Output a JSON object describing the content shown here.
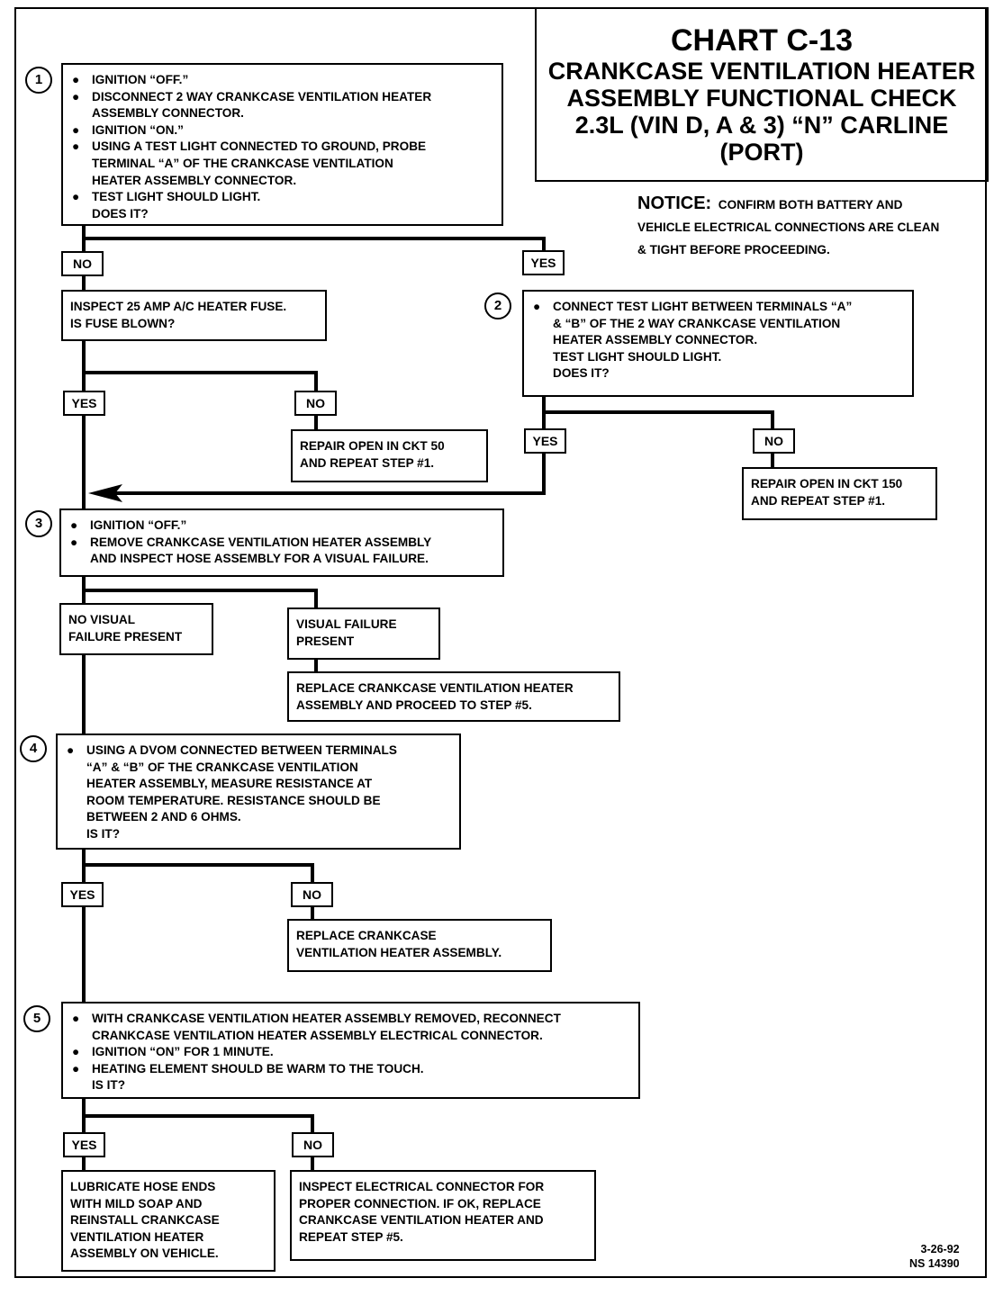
{
  "title": {
    "chart": "CHART C-13",
    "lines": [
      "CRANKCASE VENTILATION HEATER",
      "ASSEMBLY FUNCTIONAL CHECK",
      "2.3L (VIN D, A & 3) “N” CARLINE",
      "(PORT)"
    ]
  },
  "notice": {
    "heading": "NOTICE:",
    "lines": [
      "CONFIRM BOTH BATTERY AND",
      "VEHICLE ELECTRICAL CONNECTIONS ARE CLEAN",
      "& TIGHT BEFORE PROCEEDING."
    ]
  },
  "steps": {
    "s1": {
      "num": "1",
      "lines": [
        {
          "b": true,
          "t": "IGNITION “OFF.”"
        },
        {
          "b": true,
          "t": "DISCONNECT 2 WAY CRANKCASE VENTILATION HEATER"
        },
        {
          "b": false,
          "t": "ASSEMBLY CONNECTOR."
        },
        {
          "b": true,
          "t": "IGNITION “ON.”"
        },
        {
          "b": true,
          "t": "USING A TEST LIGHT CONNECTED TO GROUND, PROBE"
        },
        {
          "b": false,
          "t": "TERMINAL “A” OF THE CRANKCASE VENTILATION"
        },
        {
          "b": false,
          "t": "HEATER ASSEMBLY CONNECTOR."
        },
        {
          "b": true,
          "t": "TEST LIGHT SHOULD LIGHT."
        },
        {
          "b": false,
          "t": "DOES IT?"
        }
      ]
    },
    "s2": {
      "num": "2",
      "lines": [
        {
          "b": true,
          "t": "CONNECT TEST LIGHT BETWEEN TERMINALS “A”"
        },
        {
          "b": false,
          "t": "& “B” OF THE 2 WAY CRANKCASE VENTILATION"
        },
        {
          "b": false,
          "t": "HEATER ASSEMBLY CONNECTOR."
        },
        {
          "b": false,
          "t": "TEST LIGHT SHOULD LIGHT."
        },
        {
          "b": false,
          "t": "DOES IT?"
        }
      ]
    },
    "s3": {
      "num": "3",
      "lines": [
        {
          "b": true,
          "t": "IGNITION “OFF.”"
        },
        {
          "b": true,
          "t": "REMOVE CRANKCASE VENTILATION HEATER ASSEMBLY"
        },
        {
          "b": false,
          "t": "AND INSPECT HOSE ASSEMBLY FOR A VISUAL FAILURE."
        }
      ]
    },
    "s4": {
      "num": "4",
      "lines": [
        {
          "b": true,
          "t": "USING A DVOM CONNECTED BETWEEN TERMINALS"
        },
        {
          "b": false,
          "t": "“A” & “B” OF THE CRANKCASE VENTILATION"
        },
        {
          "b": false,
          "t": "HEATER ASSEMBLY, MEASURE RESISTANCE AT"
        },
        {
          "b": false,
          "t": "ROOM TEMPERATURE.  RESISTANCE SHOULD BE"
        },
        {
          "b": false,
          "t": "BETWEEN 2 AND 6 OHMS."
        },
        {
          "b": false,
          "t": "IS IT?"
        }
      ]
    },
    "s5": {
      "num": "5",
      "lines": [
        {
          "b": true,
          "t": "WITH CRANKCASE VENTILATION HEATER ASSEMBLY REMOVED, RECONNECT"
        },
        {
          "b": false,
          "t": "CRANKCASE VENTILATION HEATER ASSEMBLY ELECTRICAL CONNECTOR."
        },
        {
          "b": true,
          "t": "IGNITION “ON” FOR 1 MINUTE."
        },
        {
          "b": true,
          "t": "HEATING ELEMENT SHOULD BE WARM TO THE TOUCH."
        },
        {
          "b": false,
          "t": "IS IT?"
        }
      ]
    }
  },
  "results": {
    "fuse": [
      "INSPECT 25 AMP A/C HEATER FUSE.",
      "IS FUSE BLOWN?"
    ],
    "ckt50": [
      "REPAIR OPEN IN CKT 50",
      "AND REPEAT STEP #1."
    ],
    "ckt150": [
      "REPAIR OPEN IN CKT 150",
      "AND REPEAT STEP #1."
    ],
    "novisual": [
      "NO VISUAL",
      "FAILURE PRESENT"
    ],
    "visual": [
      "VISUAL FAILURE",
      "PRESENT"
    ],
    "replace5": [
      "REPLACE CRANKCASE VENTILATION HEATER",
      "ASSEMBLY AND PROCEED TO STEP #5."
    ],
    "replace4": [
      "REPLACE CRANKCASE",
      "VENTILATION HEATER ASSEMBLY."
    ],
    "lubricate": [
      "LUBRICATE HOSE ENDS",
      "WITH MILD SOAP AND",
      "REINSTALL CRANKCASE",
      "VENTILATION HEATER",
      "ASSEMBLY ON VEHICLE."
    ],
    "inspect": [
      "INSPECT ELECTRICAL CONNECTOR FOR",
      "PROPER CONNECTION.  IF OK, REPLACE",
      "CRANKCASE VENTILATION HEATER AND",
      "REPEAT STEP #5."
    ]
  },
  "labels": {
    "yes": "YES",
    "no": "NO",
    "bullet": "●"
  },
  "footer": {
    "date": "3-26-92",
    "code": "NS 14390"
  }
}
